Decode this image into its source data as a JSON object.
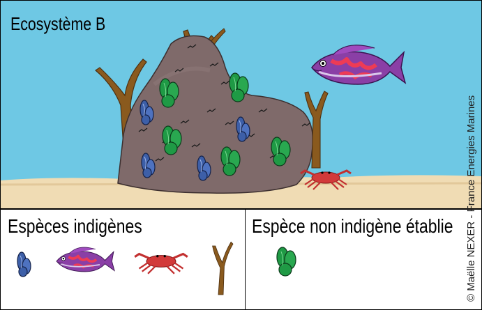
{
  "scene": {
    "title": "Ecosystème B"
  },
  "legend": {
    "native_title": "Espèces indigènes",
    "native_icons": [
      "mussel-icon",
      "fish-icon",
      "crab-icon",
      "seaweed-icon"
    ],
    "non_native_title": "Espèce non indigène établie",
    "non_native_icons": [
      "green-mussel-icon"
    ]
  },
  "credit": "© Maëlle NEXER - France Energies Marines",
  "colors": {
    "water": "#6ec8e4",
    "sand": "#f0dcb4",
    "rock": "#7f6a6a",
    "seaweed": "#8a5a1e",
    "native_mussel": "#3d5fa8",
    "non_native_mussel": "#1f9a45",
    "crab": "#d23a3a",
    "fish": "#8a3fa6"
  }
}
